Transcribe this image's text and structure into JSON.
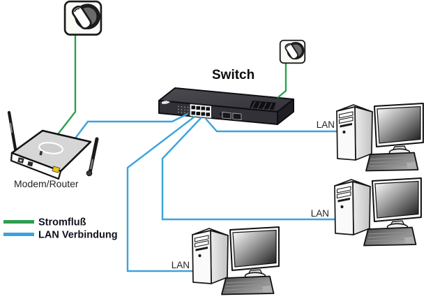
{
  "diagram": {
    "type": "network-topology",
    "nodes": {
      "switch": {
        "label": "Switch"
      },
      "modem_router": {
        "label": "Modem/Router"
      },
      "computers": [
        {
          "label": "LAN"
        },
        {
          "label": "LAN"
        },
        {
          "label": "LAN"
        }
      ]
    },
    "legend": {
      "items": [
        {
          "label": "Stromfluß",
          "color": "#2E9E50"
        },
        {
          "label": "LAN Verbindung",
          "color": "#3BA3DB"
        }
      ]
    },
    "colors": {
      "power_cable": "#2E9E50",
      "lan_cable": "#3BA3DB",
      "switch_body": "#313137",
      "label_text": "#222222",
      "legend_text": "#10101E",
      "title_text": "#0D0D0D"
    }
  }
}
